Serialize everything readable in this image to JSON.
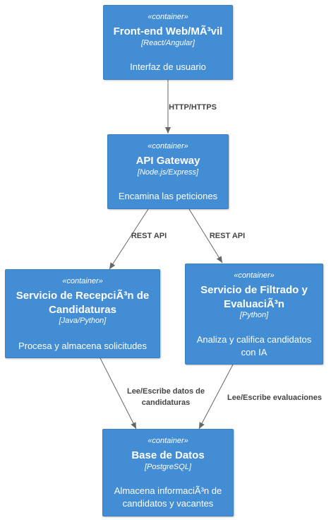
{
  "nodes": {
    "frontend": {
      "stereotype": "«container»",
      "title": "Front-end Web/MÃ³vil",
      "tech": "[React/Angular]",
      "desc": "Interfaz de usuario"
    },
    "gateway": {
      "stereotype": "«container»",
      "title": "API Gateway",
      "tech": "[Node.js/Express]",
      "desc": "Encamina las peticiones"
    },
    "recepcion": {
      "stereotype": "«container»",
      "title_line1": "Servicio de RecepciÃ³n de",
      "title_line2": "Candidaturas",
      "tech": "[Java/Python]",
      "desc": "Procesa y almacena solicitudes"
    },
    "filtrado": {
      "stereotype": "«container»",
      "title_line1": "Servicio de Filtrado y",
      "title_line2": "EvaluaciÃ³n",
      "tech": "[Python]",
      "desc_line1": "Analiza y califica candidatos",
      "desc_line2": "con IA"
    },
    "basedatos": {
      "stereotype": "«container»",
      "title": "Base de Datos",
      "tech": "[PostgreSQL]",
      "desc_line1": "Almacena informaciÃ³n de",
      "desc_line2": "candidatos y vacantes"
    }
  },
  "edges": {
    "frontend_gateway": "HTTP/HTTPS",
    "gateway_recepcion": "REST API",
    "gateway_filtrado": "REST API",
    "recepcion_db_line1": "Lee/Escribe datos de",
    "recepcion_db_line2": "candidaturas",
    "filtrado_db": "Lee/Escribe evaluaciones"
  },
  "colors": {
    "node_fill": "#438dd5",
    "node_border": "#3c7fc0",
    "edge": "#666666",
    "label": "#444444"
  }
}
